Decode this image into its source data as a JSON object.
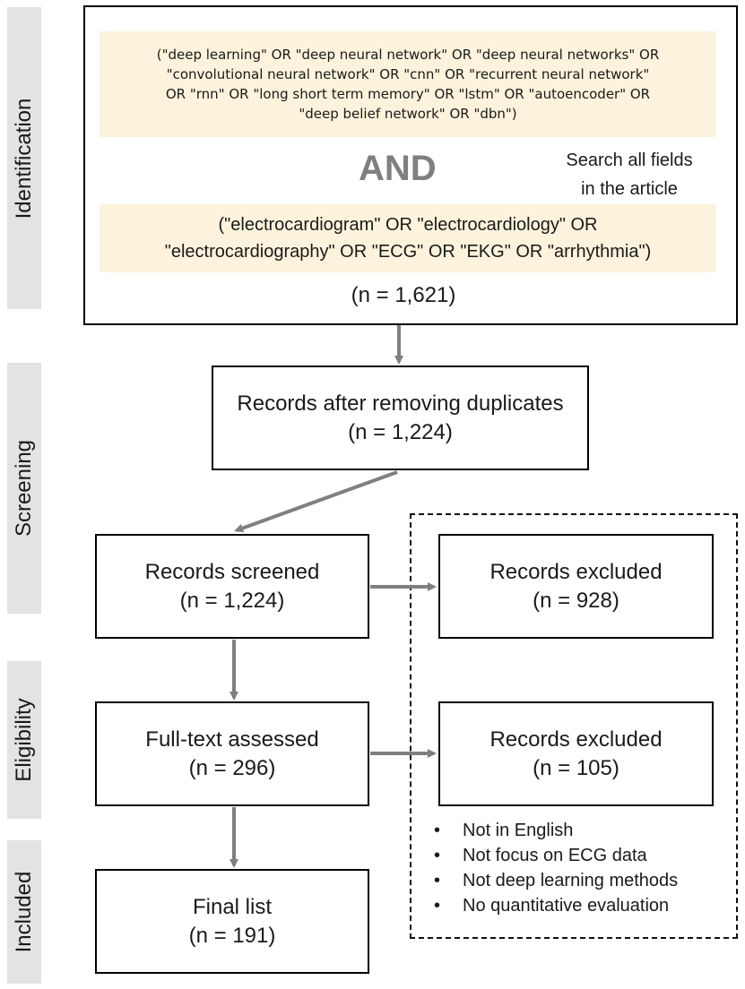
{
  "stages": [
    {
      "id": "identification",
      "label": "Identification"
    },
    {
      "id": "screening",
      "label": "Screening"
    },
    {
      "id": "eligibility",
      "label": "Eligibility"
    },
    {
      "id": "included",
      "label": "Included"
    }
  ],
  "identification": {
    "query1_lines": [
      "(\"deep learning\" OR \"deep neural network\" OR \"deep neural networks\" OR",
      "\"convolutional neural network\" OR \"cnn\" OR \"recurrent neural network\"",
      "OR \"rnn\" OR \"long short term memory\" OR \"lstm\" OR \"autoencoder\" OR",
      "\"deep belief network\" OR \"dbn\")"
    ],
    "operator": "AND",
    "note_lines": [
      "Search all fields",
      "in the article"
    ],
    "query2_lines": [
      "(\"electrocardiogram\" OR \"electrocardiology\" OR",
      "\"electrocardiography\" OR \"ECG\" OR \"EKG\" OR \"arrhythmia\")"
    ],
    "count": "(n = 1,621)"
  },
  "dedup": {
    "title": "Records after removing duplicates",
    "count": "(n = 1,224)"
  },
  "screened": {
    "title": "Records screened",
    "count": "(n = 1,224)"
  },
  "excluded_screen": {
    "title": "Records excluded",
    "count": "(n = 928)"
  },
  "fulltext": {
    "title": "Full-text assessed",
    "count": "(n = 296)"
  },
  "excluded_full": {
    "title": "Records excluded",
    "count": "(n = 105)"
  },
  "exclusion_reasons": [
    "Not in English",
    "Not focus on ECG data",
    "Not deep learning methods",
    "No quantitative evaluation"
  ],
  "final": {
    "title": "Final list",
    "count": "(n = 191)"
  },
  "colors": {
    "stage_bar": "#e3e3e3",
    "query_fill": "#fdf3dc",
    "arrow": "#7f7f7f",
    "and_text": "#7f7f7f"
  }
}
